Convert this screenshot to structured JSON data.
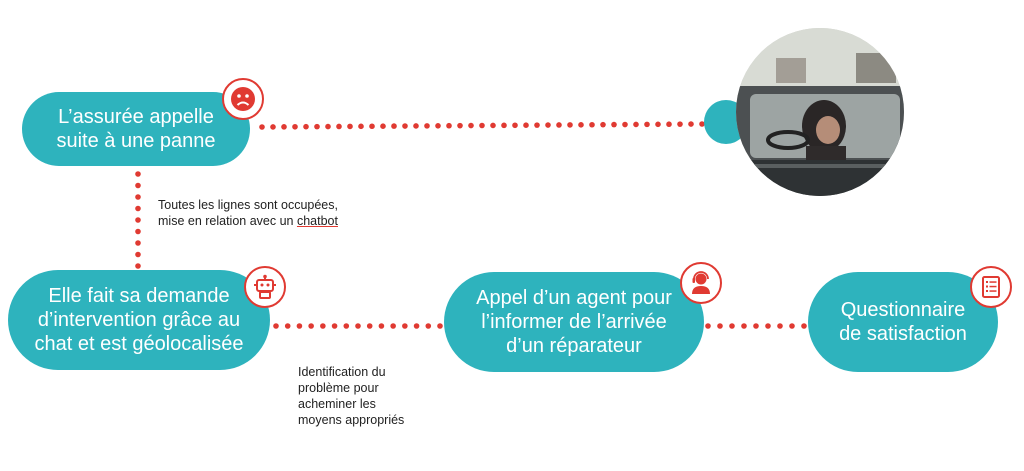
{
  "colors": {
    "teal": "#2eb3bd",
    "red": "#e03a32",
    "text": "#222222"
  },
  "steps": [
    {
      "lines": [
        "L’assurée appelle",
        "suite à une panne"
      ],
      "icon": "sad-face-icon"
    },
    {
      "lines": [
        "Elle fait sa demande",
        "d’intervention grâce au",
        "chat et est géolocalisée"
      ],
      "icon": "robot-icon"
    },
    {
      "lines": [
        "Appel d’un agent pour",
        "l’informer de l’arrivée",
        "d’un réparateur"
      ],
      "icon": "headset-agent-icon"
    },
    {
      "lines": [
        "Questionnaire",
        "de satisfaction"
      ],
      "icon": "checklist-icon"
    }
  ],
  "notes": {
    "busy": {
      "line1": "Toutes les lignes sont occupées,",
      "line2_prefix": "mise en relation avec un ",
      "line2_word": "chatbot"
    },
    "identification": {
      "lines": [
        "Identification du",
        "problème pour",
        "acheminer les",
        "moyens appropriés"
      ]
    }
  },
  "photo": {
    "subject": "woman-driving-car-photo"
  }
}
